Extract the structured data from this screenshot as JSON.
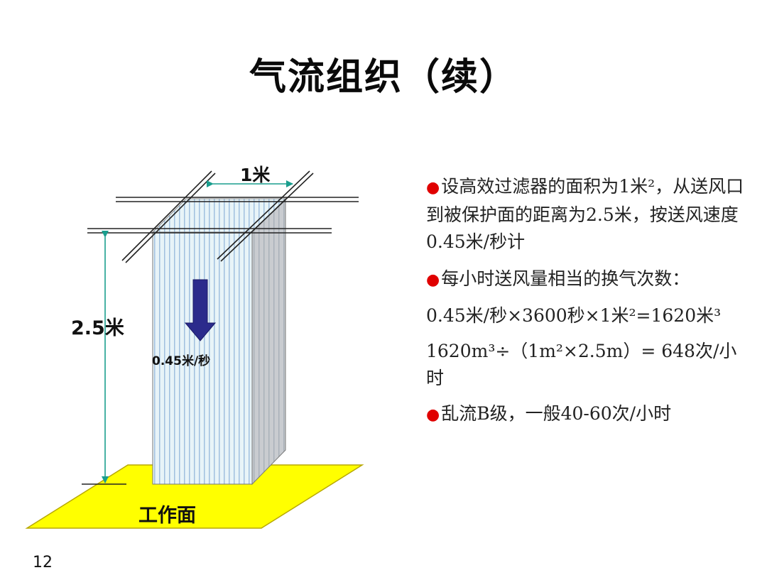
{
  "title": "气流组织（续）",
  "page_number": "12",
  "diagram": {
    "width_label": "1米",
    "height_label": "2.5米",
    "speed_label": "0.45米/秒",
    "floor_label": "工作面",
    "colors": {
      "column_fill": "#e8f4f8",
      "column_stripe": "#8fb3d9",
      "column_side": "#c9ccd0",
      "floor": "#ffff00",
      "dimension_arrow": "#1a9e8e",
      "flow_arrow": "#2b2b8c"
    }
  },
  "content": {
    "bullet_glyph": "●",
    "items": [
      {
        "bullet": true,
        "text": "设高效过滤器的面积为1米²，从送风口到被保护面的距离为2.5米，按送风速度0.45米/秒计"
      },
      {
        "bullet": true,
        "text": "每小时送风量相当的换气次数："
      },
      {
        "bullet": false,
        "text": "0.45米/秒×3600秒×1米²=1620米³"
      },
      {
        "bullet": false,
        "text": "1620m³÷（1m²×2.5m）= 648次/小时"
      },
      {
        "bullet": true,
        "text": "乱流B级，一般40-60次/小时"
      }
    ]
  }
}
